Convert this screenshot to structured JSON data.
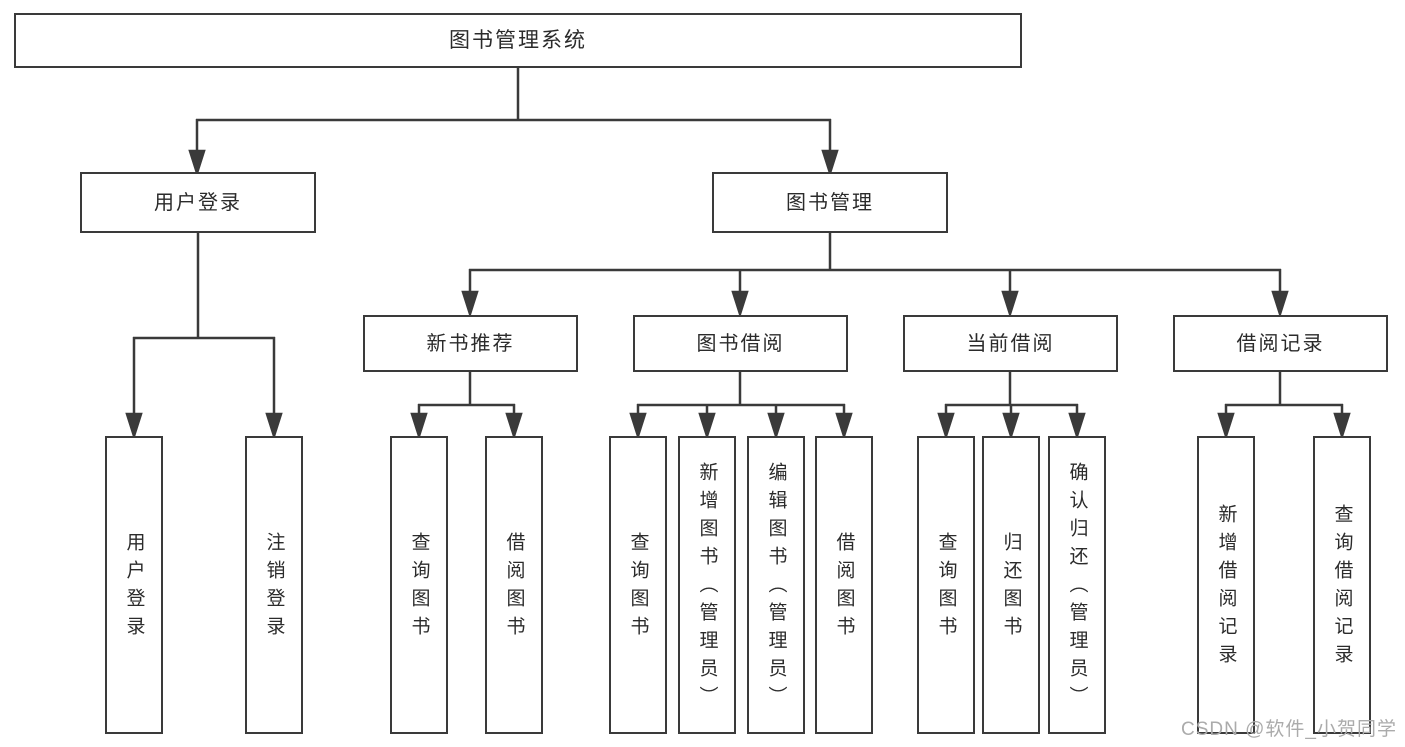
{
  "page": {
    "watermark_text": "CSDN @软件_小贺同学"
  },
  "colors": {
    "line": "#3a3a3a",
    "box_border": "#3a3a3a",
    "text": "#2b2b2b",
    "watermark": "#ababab",
    "background": "#ffffff"
  },
  "tree": {
    "root": {
      "label": "图书管理系统"
    },
    "level2": [
      {
        "label": "用户登录"
      },
      {
        "label": "图书管理"
      }
    ],
    "level3": [
      {
        "label": "新书推荐"
      },
      {
        "label": "图书借阅"
      },
      {
        "label": "当前借阅"
      },
      {
        "label": "借阅记录"
      }
    ],
    "leaves": {
      "user_login": [
        "用户登录",
        "注销登录"
      ],
      "new_book_recommend": [
        "查询图书",
        "借阅图书"
      ],
      "book_borrow": [
        "查询图书",
        "新增图书（管理员）",
        "编辑图书（管理员）",
        "借阅图书"
      ],
      "current_borrow": [
        "查询图书",
        "归还图书",
        "确认归还（管理员）"
      ],
      "borrow_record": [
        "新增借阅记录",
        "查询借阅记录"
      ]
    }
  }
}
